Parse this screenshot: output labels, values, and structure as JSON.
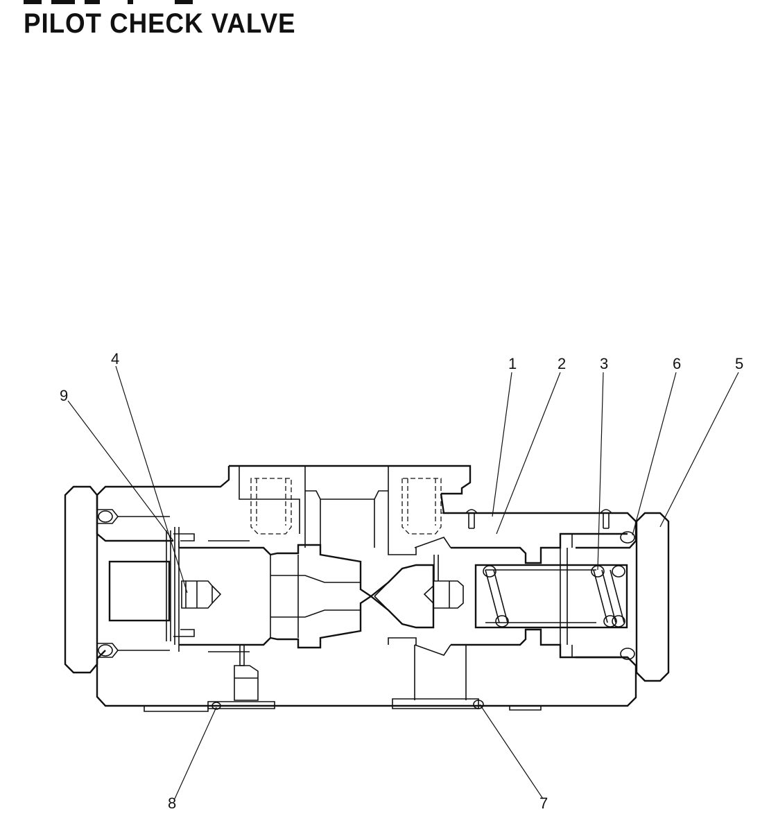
{
  "title": "PILOT CHECK VALVE",
  "callouts": {
    "c1": "1",
    "c2": "2",
    "c3": "3",
    "c4": "4",
    "c5": "5",
    "c6": "6",
    "c7": "7",
    "c8": "8",
    "c9": "9"
  }
}
